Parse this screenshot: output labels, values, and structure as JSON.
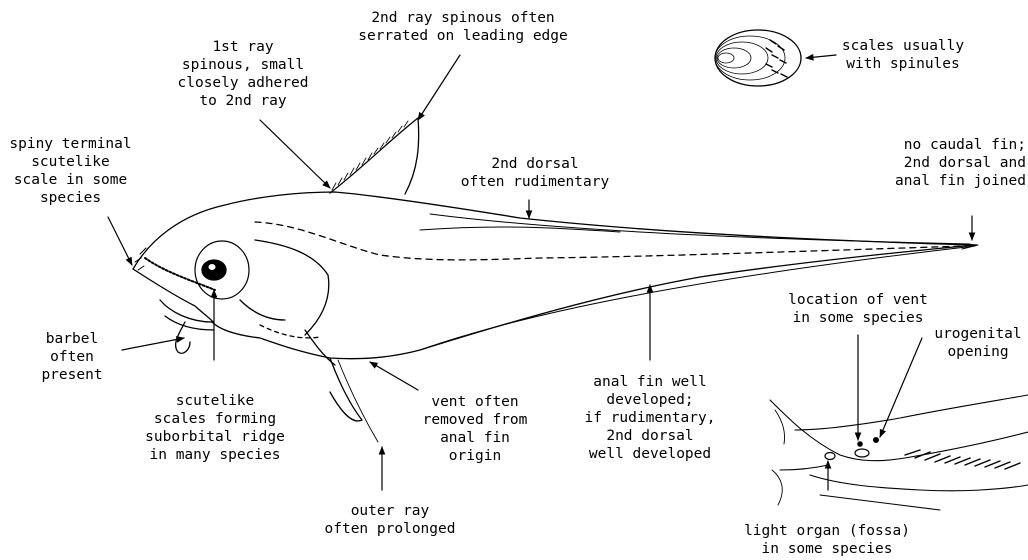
{
  "labels": {
    "second_ray": [
      "2nd ray spinous often",
      "serrated on leading edge"
    ],
    "first_ray": [
      "1st ray",
      "spinous, small",
      "closely adhered",
      "to 2nd ray"
    ],
    "scales": [
      "scales usually",
      "with spinules"
    ],
    "spiny_terminal": [
      "spiny terminal",
      "scutelike",
      "scale in some",
      "species"
    ],
    "second_dorsal": [
      "2nd dorsal",
      "often rudimentary"
    ],
    "no_caudal": [
      "no caudal fin;",
      "2nd dorsal and",
      "anal fin joined"
    ],
    "vent_location": [
      "location of vent",
      "in some species"
    ],
    "urogenital": [
      "urogenital",
      "opening"
    ],
    "barbel": [
      "barbel",
      "often",
      "present"
    ],
    "scutelike_scales": [
      "scutelike",
      "scales forming",
      "suborbital ridge",
      "in many species"
    ],
    "vent_often": [
      "vent often",
      "removed from",
      "anal fin",
      "origin"
    ],
    "anal_fin": [
      "anal fin well",
      "developed;",
      "if rudimentary,",
      "2nd dorsal",
      "well developed"
    ],
    "outer_ray": [
      "outer ray",
      "often prolonged"
    ],
    "light_organ": [
      "light organ (fossa)",
      "in some species"
    ]
  }
}
